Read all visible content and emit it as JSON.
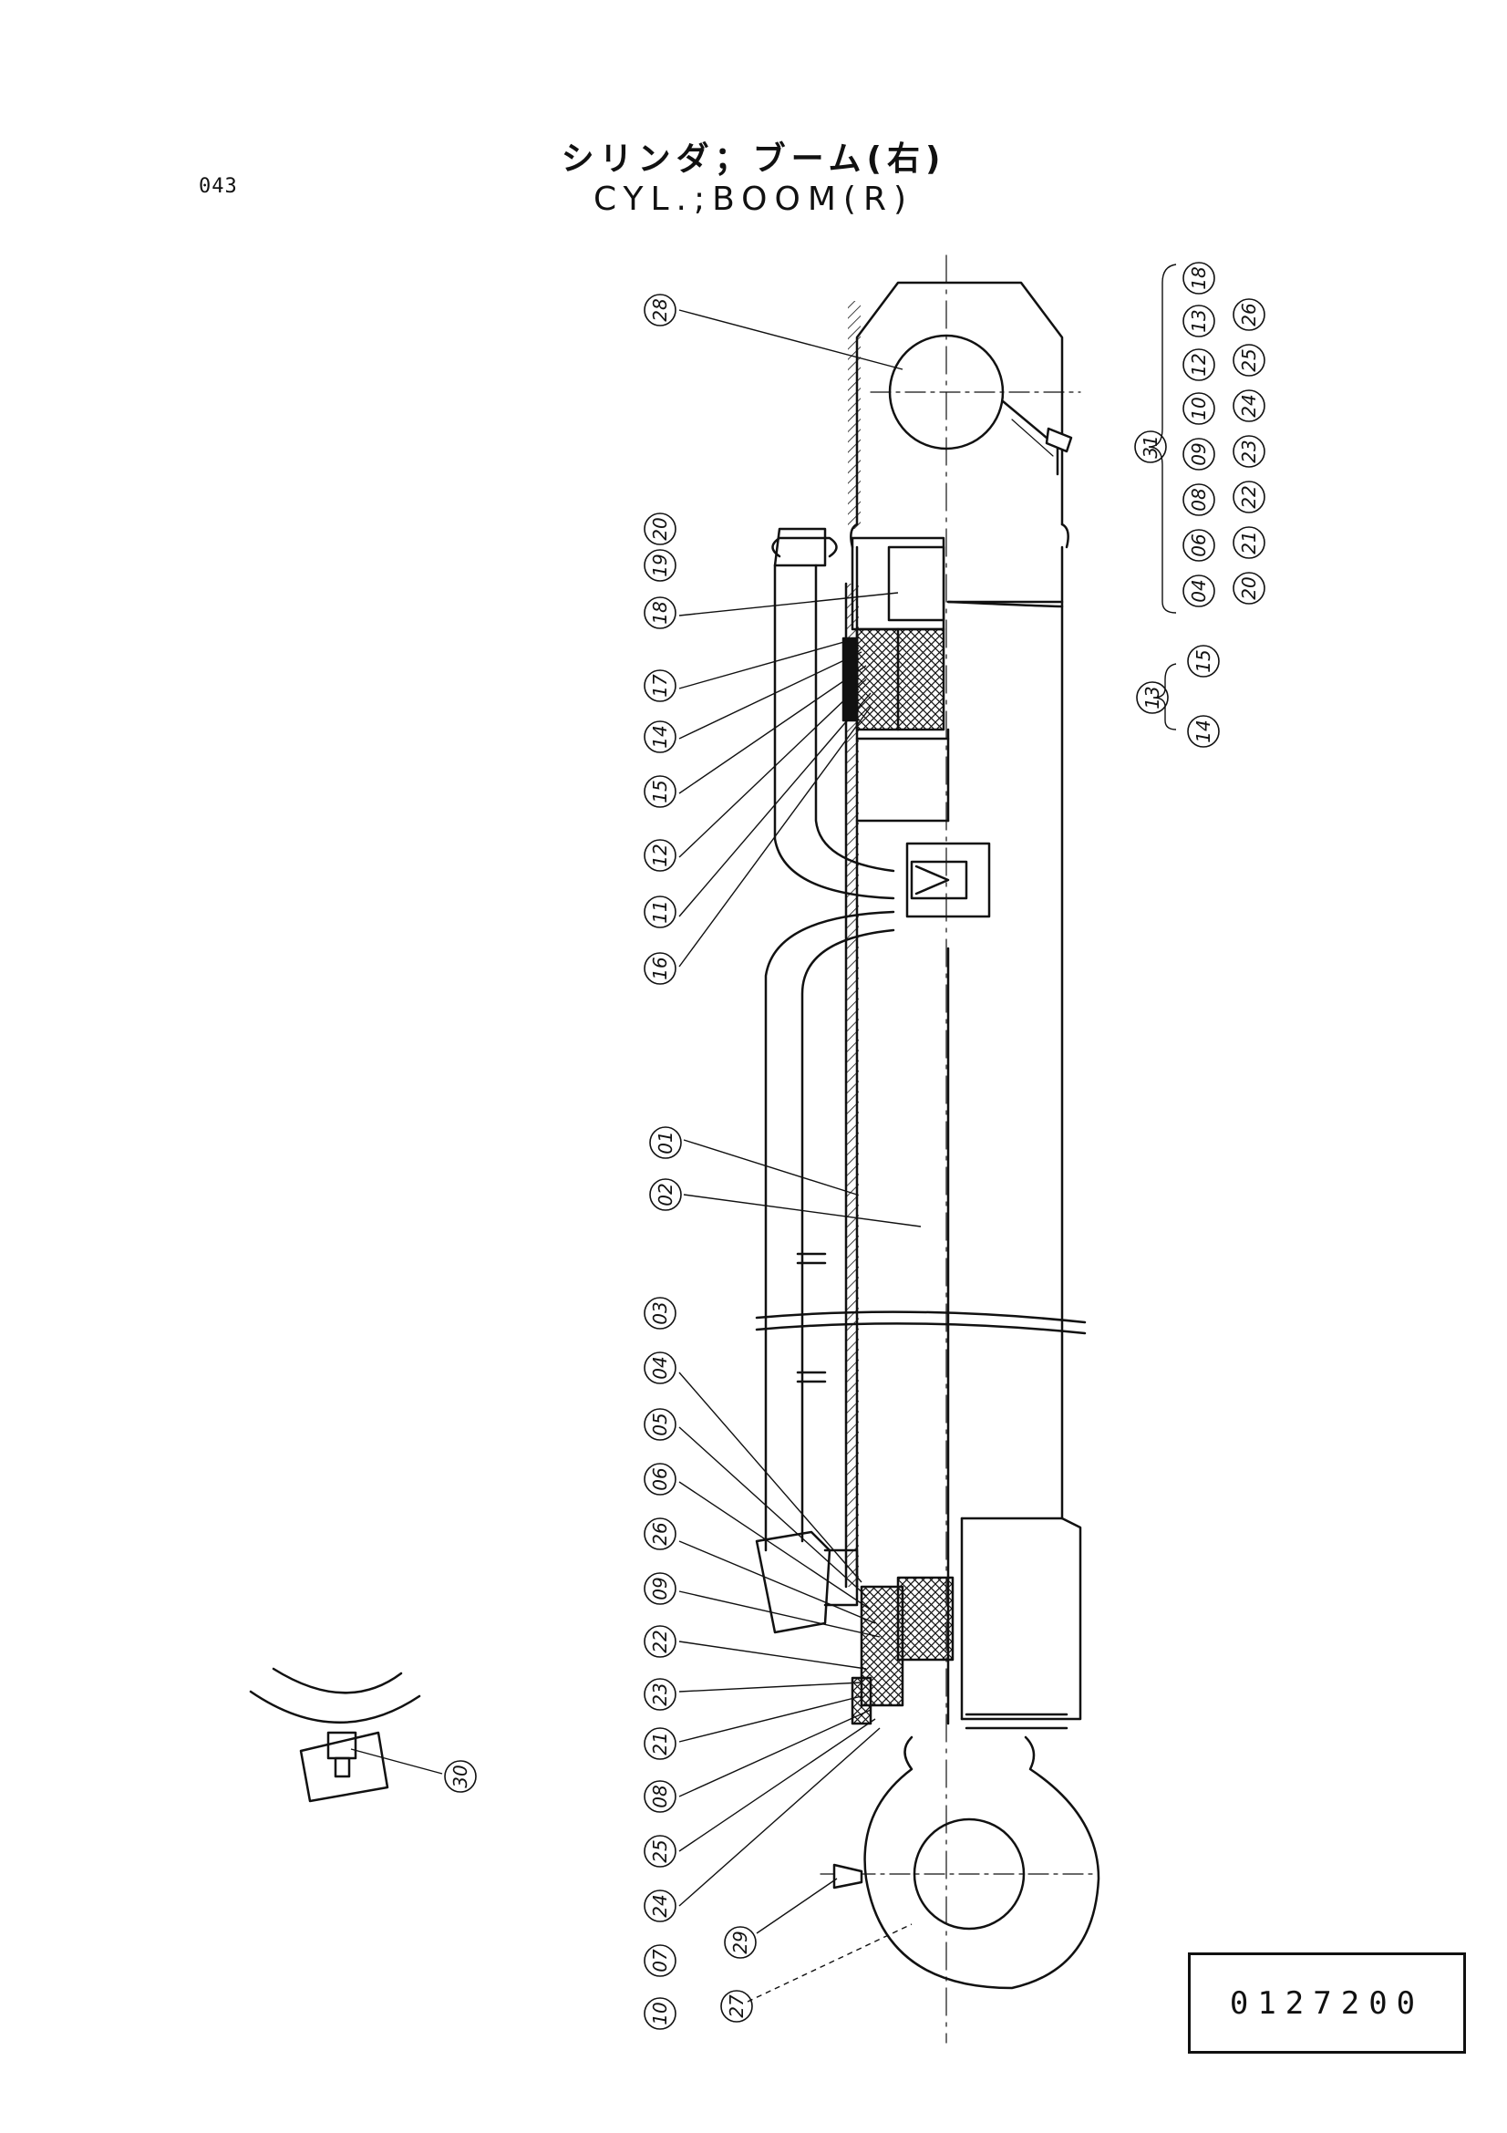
{
  "page": {
    "number": "043",
    "title_jp": "シリンダ；ブーム(右)",
    "title_en": "CYL.;BOOM(R)",
    "part_number": "0127200"
  },
  "callouts_left": [
    "28",
    "20",
    "19",
    "18",
    "17",
    "14",
    "15",
    "12",
    "11",
    "16",
    "01",
    "02",
    "03",
    "04",
    "05",
    "06",
    "26",
    "09",
    "22",
    "23",
    "21",
    "08",
    "25",
    "24",
    "07",
    "10",
    "29",
    "27",
    "30"
  ],
  "kits": [
    {
      "id": "31",
      "rows": [
        [
          "18",
          "13",
          "12",
          "10",
          "09",
          "08",
          "06",
          "04"
        ],
        [
          "26",
          "25",
          "24",
          "23",
          "22",
          "21",
          "20"
        ]
      ]
    },
    {
      "id": "13",
      "rows": [
        [
          "15"
        ],
        [
          "14"
        ]
      ]
    }
  ],
  "colors": {
    "ink": "#111111",
    "paper": "#ffffff"
  }
}
